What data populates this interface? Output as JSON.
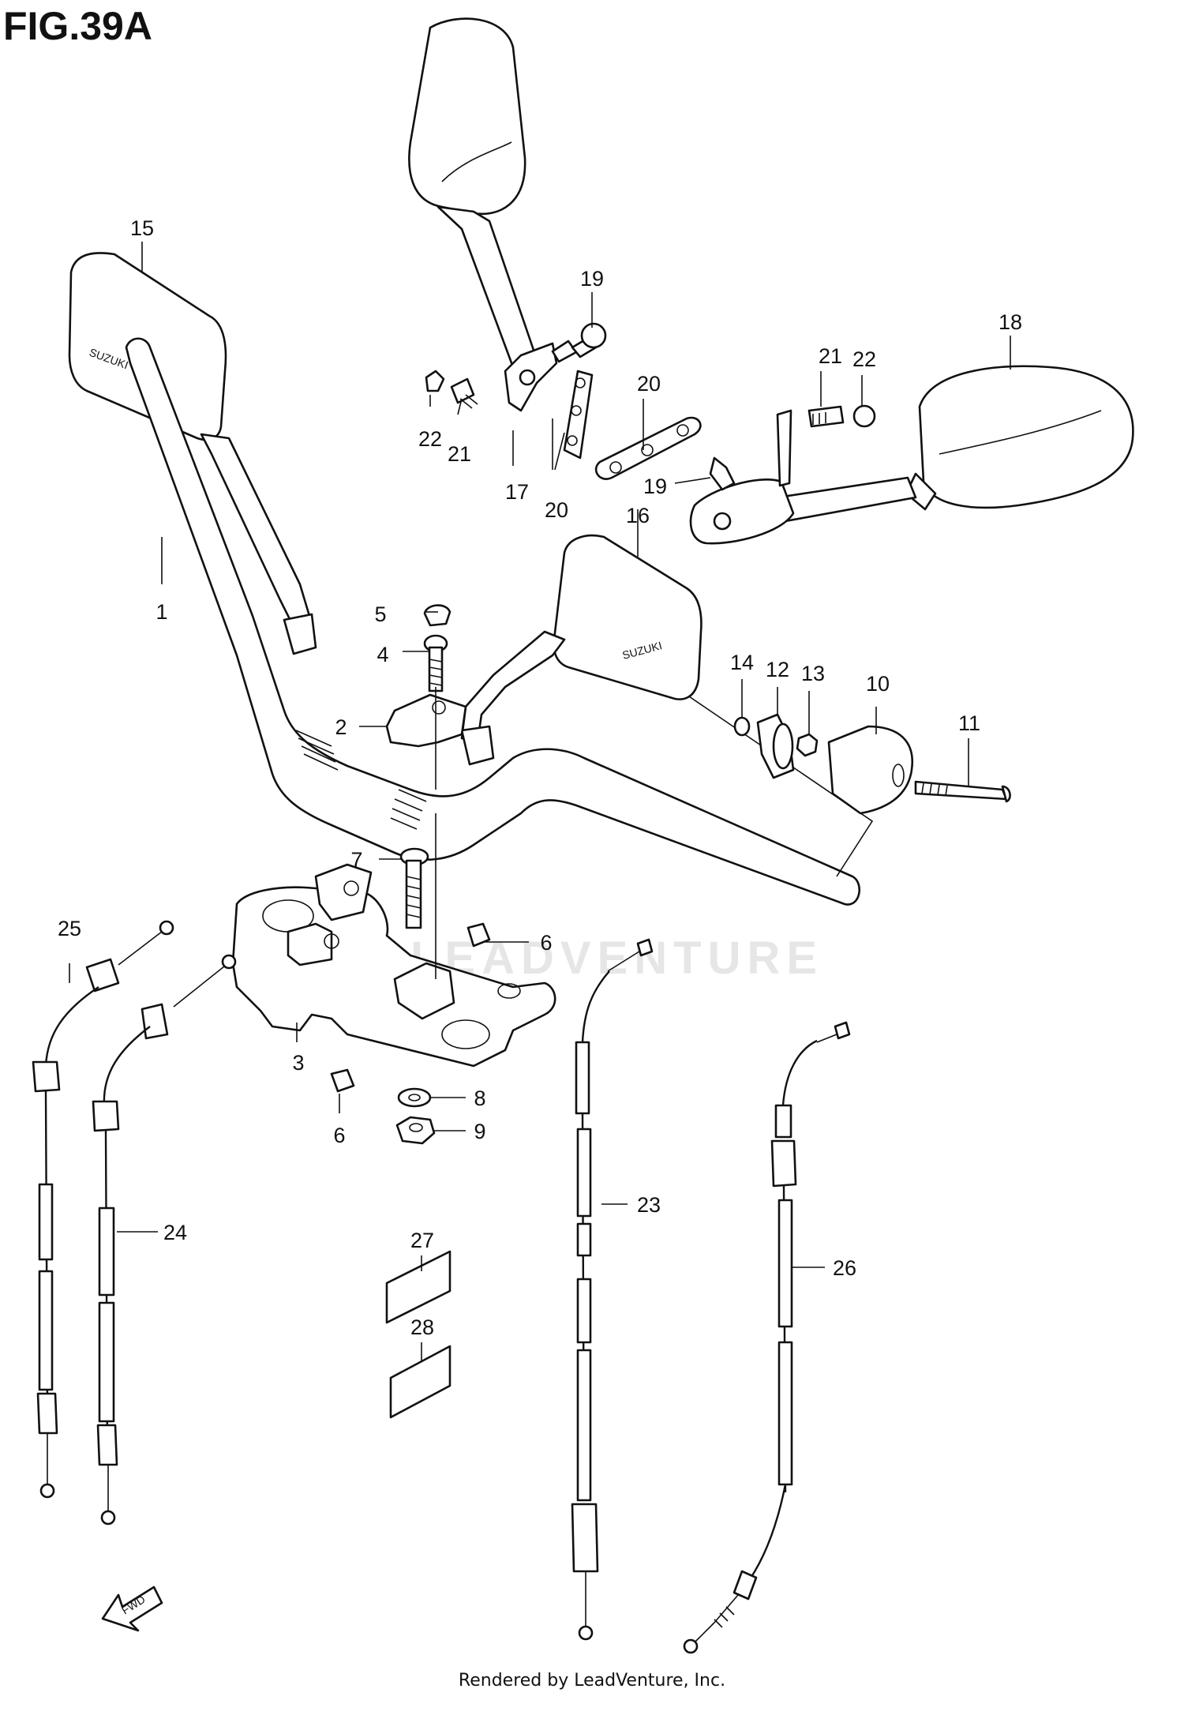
{
  "figure": {
    "title": "FIG.39A",
    "footer": "Rendered by LeadVenture, Inc.",
    "watermark": "LEADVENTURE",
    "fwd_label": "FWD",
    "mirror_brand": "SUZUKI"
  },
  "callouts": [
    {
      "id": "c1",
      "label": "1"
    },
    {
      "id": "c2",
      "label": "2"
    },
    {
      "id": "c3",
      "label": "3"
    },
    {
      "id": "c4",
      "label": "4"
    },
    {
      "id": "c5",
      "label": "5"
    },
    {
      "id": "c6a",
      "label": "6"
    },
    {
      "id": "c6b",
      "label": "6"
    },
    {
      "id": "c7",
      "label": "7"
    },
    {
      "id": "c8",
      "label": "8"
    },
    {
      "id": "c9",
      "label": "9"
    },
    {
      "id": "c10",
      "label": "10"
    },
    {
      "id": "c11",
      "label": "11"
    },
    {
      "id": "c12",
      "label": "12"
    },
    {
      "id": "c13",
      "label": "13"
    },
    {
      "id": "c14",
      "label": "14"
    },
    {
      "id": "c15",
      "label": "15"
    },
    {
      "id": "c16",
      "label": "16"
    },
    {
      "id": "c17",
      "label": "17"
    },
    {
      "id": "c18",
      "label": "18"
    },
    {
      "id": "c19a",
      "label": "19"
    },
    {
      "id": "c19b",
      "label": "19"
    },
    {
      "id": "c20a",
      "label": "20"
    },
    {
      "id": "c20b",
      "label": "20"
    },
    {
      "id": "c21a",
      "label": "21"
    },
    {
      "id": "c21b",
      "label": "21"
    },
    {
      "id": "c22a",
      "label": "22"
    },
    {
      "id": "c22b",
      "label": "22"
    },
    {
      "id": "c23",
      "label": "23"
    },
    {
      "id": "c24",
      "label": "24"
    },
    {
      "id": "c25",
      "label": "25"
    },
    {
      "id": "c26",
      "label": "26"
    },
    {
      "id": "c27",
      "label": "27"
    },
    {
      "id": "c28",
      "label": "28"
    }
  ]
}
